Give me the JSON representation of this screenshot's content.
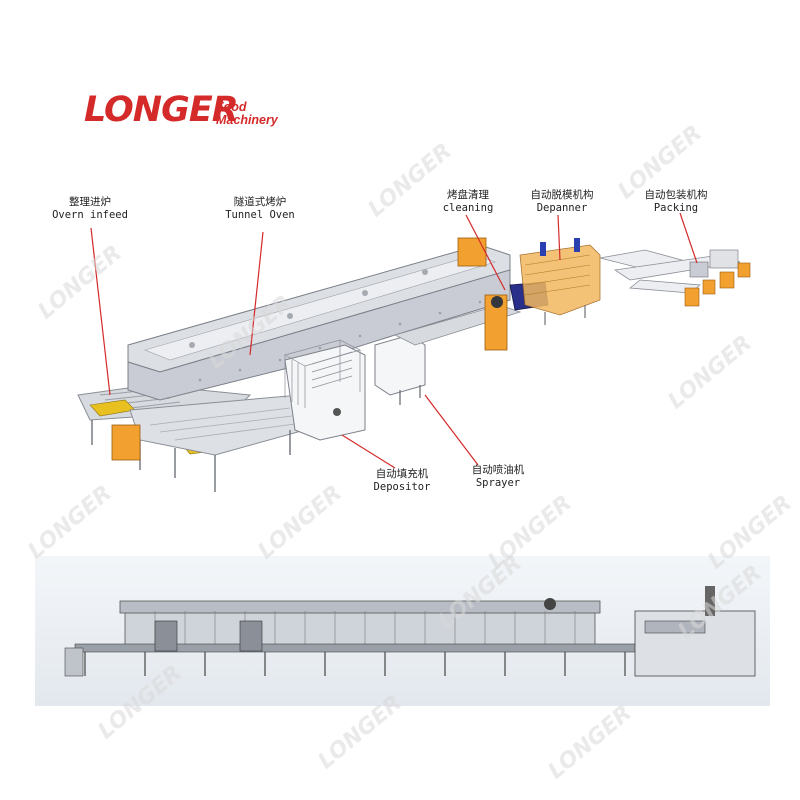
{
  "logo": {
    "brand": "LONGER",
    "sub_line1": "Food",
    "sub_line2": "Machinery",
    "brand_color": "#d42a2a"
  },
  "labels": [
    {
      "id": "oven-infeed",
      "zh": "整理进炉",
      "en": "Overn infeed"
    },
    {
      "id": "tunnel-oven",
      "zh": "隧道式烤炉",
      "en": "Tunnel Oven"
    },
    {
      "id": "cleaning",
      "zh": "烤盘清理",
      "en": "cleaning"
    },
    {
      "id": "depanner",
      "zh": "自动脱模机构",
      "en": "Depanner"
    },
    {
      "id": "packing",
      "zh": "自动包装机构",
      "en": "Packing"
    },
    {
      "id": "depositor",
      "zh": "自动填充机",
      "en": "Depositor"
    },
    {
      "id": "sprayer",
      "zh": "自动喷油机",
      "en": "Sprayer"
    }
  ],
  "watermark": "LONGER",
  "colors": {
    "leader": "#d42a2a",
    "machine_orange": "#f2a030",
    "oven_body": "#c9ccd4",
    "conveyor_yellow": "#e8c020"
  }
}
